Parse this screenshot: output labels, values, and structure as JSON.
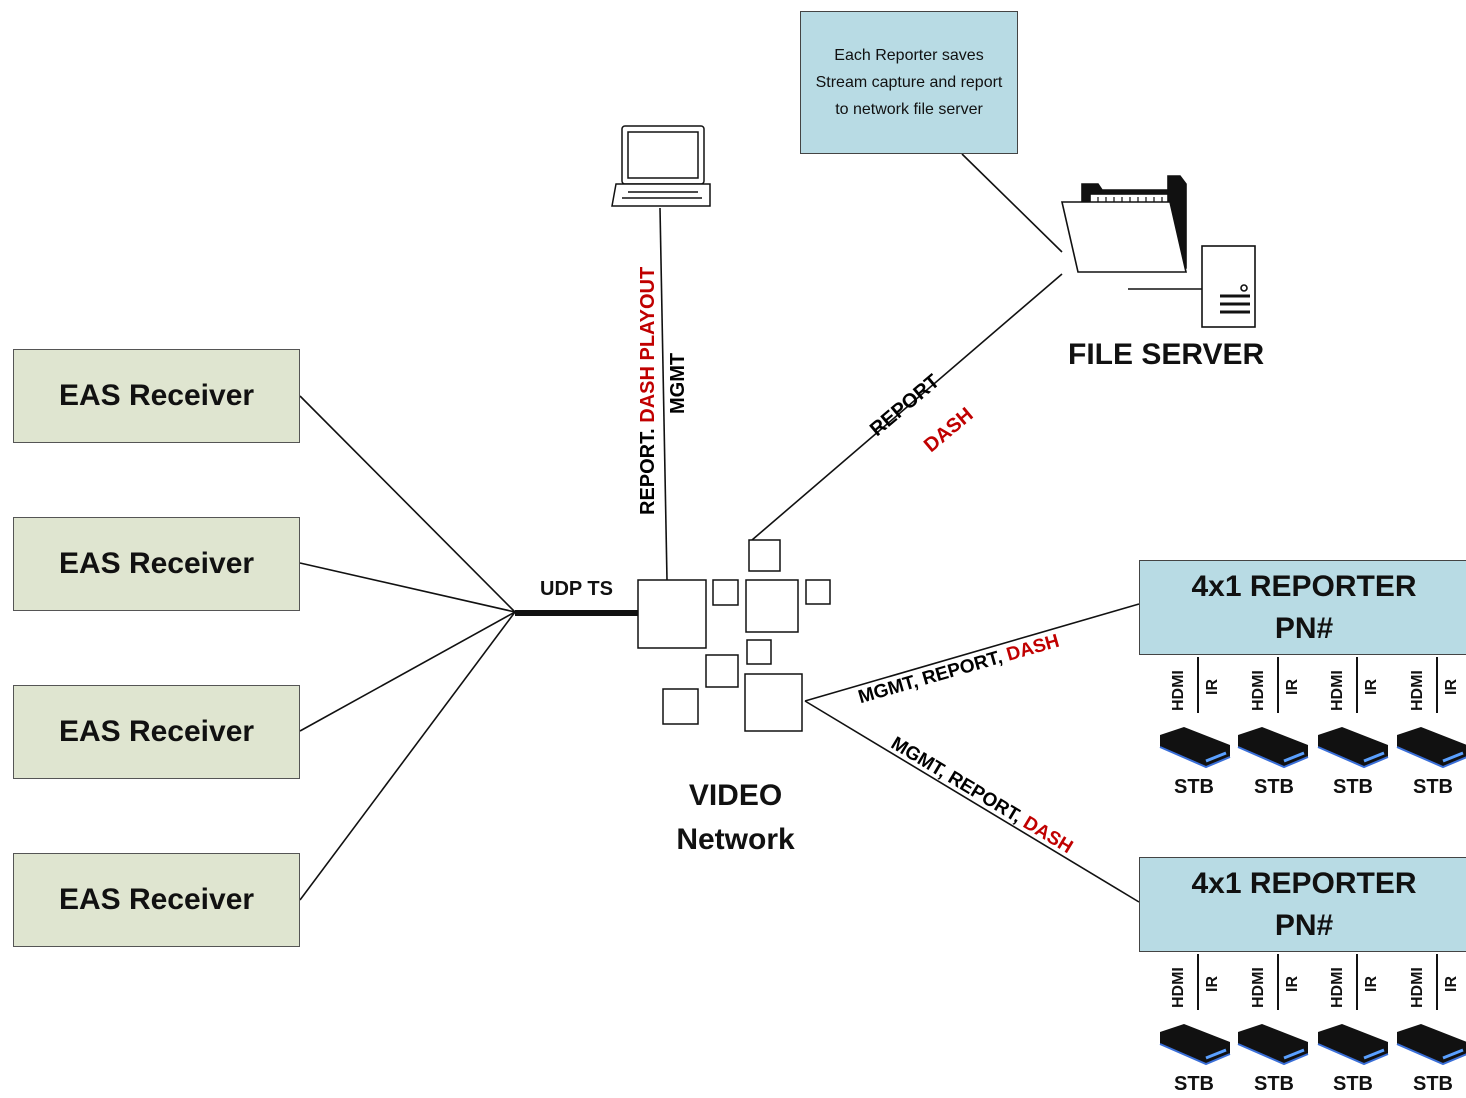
{
  "eas_receivers": [
    {
      "label": "EAS Receiver"
    },
    {
      "label": "EAS Receiver"
    },
    {
      "label": "EAS Receiver"
    },
    {
      "label": "EAS Receiver"
    }
  ],
  "link_labels": {
    "udp_ts": "UDP TS",
    "laptop_line": {
      "part1": "REPORT. ",
      "part2": "DASH PLAYOUT",
      "mgmt": "MGMT"
    },
    "fileserver_line": {
      "report": "REPORT",
      "dash": "DASH"
    },
    "reporter1_line": {
      "text": "MGMT, REPORT, ",
      "dash": "DASH"
    },
    "reporter2_line": {
      "text": "MGMT, REPORT, ",
      "dash": "DASH"
    }
  },
  "video_network": {
    "line1": "VIDEO",
    "line2": "Network"
  },
  "file_server": {
    "label": "FILE SERVER"
  },
  "note": {
    "text": "Each Reporter saves Stream capture and report to network file server"
  },
  "reporters": [
    {
      "line1": "4x1 REPORTER",
      "line2": "PN#"
    },
    {
      "line1": "4x1 REPORTER",
      "line2": "PN#"
    }
  ],
  "ports": {
    "hdmi": "HDMI",
    "ir": "IR"
  },
  "stb_label": "STB",
  "colors": {
    "eas_fill": "#dfe5d0",
    "reporter_fill": "#b8dbe4",
    "accent_red": "#c00000",
    "line": "#111111"
  },
  "icons": [
    "laptop-icon",
    "folder-icon",
    "server-tower-icon",
    "set-top-box-icon"
  ]
}
